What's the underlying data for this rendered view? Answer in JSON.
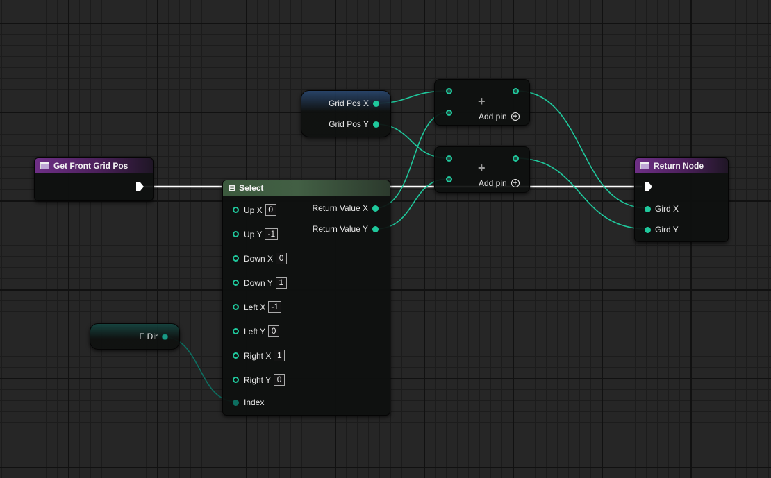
{
  "colors": {
    "pin": "#1fc89c",
    "exec_wire": "#ffffff",
    "function_header": "#6e2f86",
    "select_header": "#425f44"
  },
  "function_entry": {
    "title": "Get Front Grid Pos",
    "icon": "function-icon"
  },
  "select_node": {
    "title": "Select",
    "icon": "select-icon",
    "inputs": [
      {
        "label": "Up X",
        "value": "0"
      },
      {
        "label": "Up Y",
        "value": "-1"
      },
      {
        "label": "Down X",
        "value": "0"
      },
      {
        "label": "Down Y",
        "value": "1"
      },
      {
        "label": "Left X",
        "value": "-1"
      },
      {
        "label": "Left Y",
        "value": "0"
      },
      {
        "label": "Right X",
        "value": "1"
      },
      {
        "label": "Right Y",
        "value": "0"
      }
    ],
    "index_label": "Index",
    "outputs": [
      "Return Value X",
      "Return Value Y"
    ]
  },
  "grid_pos_node": {
    "outputs": [
      "Grid Pos X",
      "Grid Pos Y"
    ]
  },
  "e_dir_node": {
    "label": "E Dir"
  },
  "add_nodes": [
    {
      "symbol": "+",
      "add_pin_label": "Add pin"
    },
    {
      "symbol": "+",
      "add_pin_label": "Add pin"
    }
  ],
  "return_node": {
    "title": "Return Node",
    "icon": "function-icon",
    "inputs": [
      "Gird X",
      "Gird Y"
    ]
  }
}
